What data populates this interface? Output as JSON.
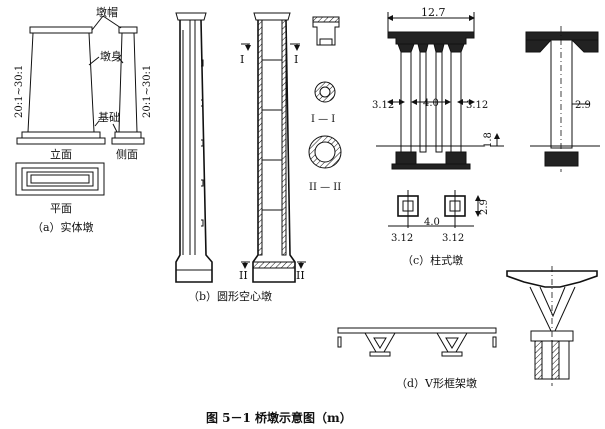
{
  "caption": "图 5－1    桥墩示意图（m）",
  "panel_a": {
    "label": "（a）实体墩",
    "cap": "墩帽",
    "body": "墩身",
    "foundation": "基础",
    "slope_left": "20:1~30:1",
    "slope_right": "20:1~30:1",
    "elevation": "立面",
    "side": "侧面",
    "plan": "平面"
  },
  "panel_b": {
    "label": "（b）圆形空心墩",
    "sec1": "I",
    "sec2": "II",
    "sec1_title": "I — I",
    "sec2_title": "II — II"
  },
  "panel_c": {
    "label": "（c）柱式墩",
    "dim_top": "12.7",
    "dim_left": "3.12",
    "dim_mid": "4.0",
    "dim_right": "3.12",
    "dim_side": "2.9",
    "dim_ground": "1.8",
    "plan_h": "2.9",
    "plan_mid": "4.0",
    "plan_left": "3.12",
    "plan_right": "3.12"
  },
  "panel_d": {
    "label": "（d）V形框架墩"
  }
}
